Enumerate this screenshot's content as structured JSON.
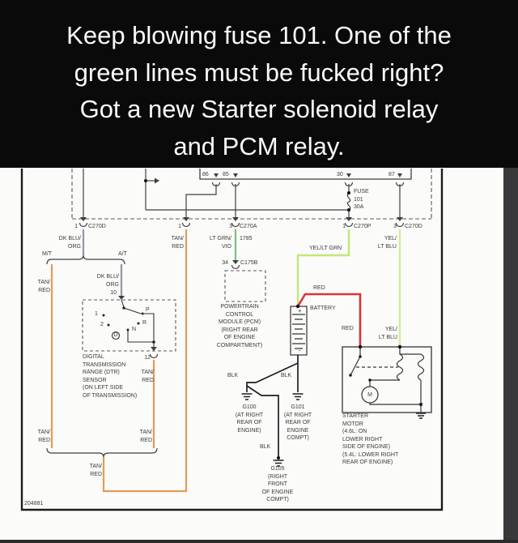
{
  "header": {
    "text": "Keep blowing fuse 101. One of the\ngreen lines must be fucked right?\nGot a new Starter solenoid relay\nand PCM relay."
  },
  "colors": {
    "tan_red": "#E59B55",
    "dk_blu_org": "#9098AC",
    "lt_grn_vio": "#7FBE7F",
    "yel_lt_grn": "#BFE878",
    "yel_lt_blu": "#CDEC9E",
    "red": "#DF3232",
    "blk": "#1f1f1f"
  },
  "diagram": {
    "doc_number": "204881",
    "relay_terminals": {
      "t86": "86",
      "t85": "85",
      "t30": "30",
      "t87": "87"
    },
    "fuse": {
      "label": "FUSE\n101\n30A"
    },
    "connectors": {
      "c270d_left_pin": "1",
      "c270d_left": "C270D",
      "c270_mid_pin": "1",
      "c270a_pin": "3",
      "c270a": "C270A",
      "c270p_pin": "1",
      "c270p": "C270P",
      "c270d_right_pin": "3",
      "c270d_right": "C270D",
      "c175b_pin": "34",
      "c175b": "C175B",
      "dtr_pin_in": "10",
      "dtr_pin_out": "12"
    },
    "wire_labels": {
      "dk_blu_org_1": "DK BLU/\nORG",
      "dk_blu_org_2": "DK BLU/\nORG",
      "tan_red_top": "TAN/\nRED",
      "lt_grn_vio": "LT GRN/\nVIO",
      "circuit_1785": "1785",
      "yel_lt_grn": "YEL/LT GRN",
      "yel_lt_blu_top": "YEL/\nLT BLU",
      "yel_lt_blu_right": "YEL/\nLT BLU",
      "red_top": "RED",
      "red_right": "RED",
      "tan_red_mt": "TAN/\nRED",
      "tan_red_dtr": "TAN/\nRED",
      "tan_red_bottom_left": "TAN/\nRED",
      "tan_red_bottom_right": "TAN/\nRED",
      "tan_red_bottom_mid": "TAN/\nRED",
      "blk_g100": "BLK",
      "blk_g101": "BLK",
      "blk_g105": "BLK",
      "mt": "M/T",
      "at": "A/T"
    },
    "dtr": {
      "positions": {
        "p1": "1",
        "p2": "2",
        "d": "D",
        "n": "N",
        "r": "R",
        "p": "P"
      },
      "label": "DIGITAL\nTRANSMISSION\nRANGE (DTR)\nSENSOR\n(ON LEFT SIDE\nOF TRANSMISSION)"
    },
    "pcm_label": "POWERTRAIN\nCONTROL\nMODULE (PCM)\n(RIGHT REAR\nOF ENGINE\nCOMPARTMENT)",
    "battery": {
      "label": "BATTERY",
      "plus": "+",
      "minus": "-"
    },
    "starter": {
      "label": "STARTER\nMOTOR\n(4.6L: ON\nLOWER RIGHT\nSIDE OF ENGINE)\n(5.4L: LOWER RIGHT\nREAR OF ENGINE)",
      "motor": "M"
    },
    "grounds": {
      "g100": "G100\n(AT RIGHT\nREAR OF\nENGINE)",
      "g101": "G101\n(AT RIGHT\nREAR OF\nENGINE\nCOMPT)",
      "g105": "G105\n(RIGHT\nFRONT\nOF ENGINE\nCOMPT)"
    }
  }
}
